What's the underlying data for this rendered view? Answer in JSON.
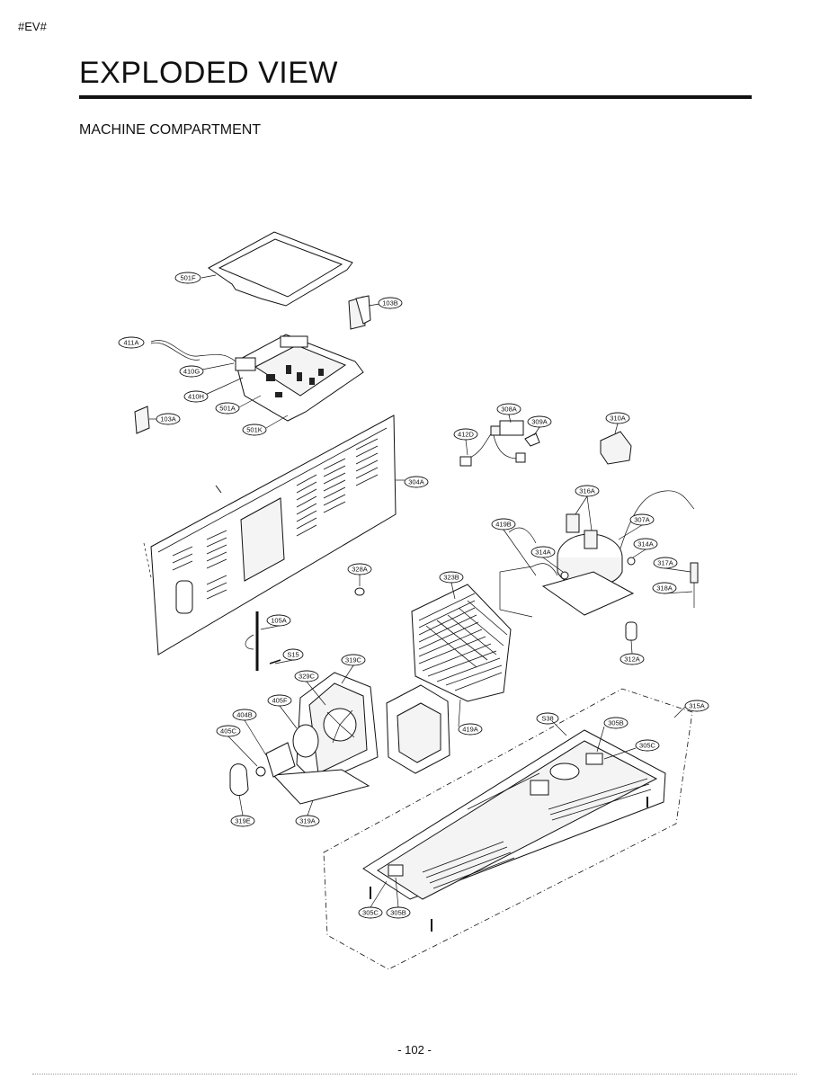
{
  "page_tag": "#EV#",
  "title": "EXPLODED VIEW",
  "subtitle": "MACHINE COMPARTMENT",
  "page_number": "- 102 -",
  "part_labels": {
    "l501F": "501F",
    "l103B": "103B",
    "l411A": "411A",
    "l410G": "410G",
    "l410H": "410H",
    "l501A": "501A",
    "l501K": "501K",
    "l103A": "103A",
    "l308A": "308A",
    "l309A": "309A",
    "l310A": "310A",
    "l412D": "412D",
    "l304A": "304A",
    "l316A": "316A",
    "l307A": "307A",
    "l419B": "419B",
    "l314A_1": "314A",
    "l314A_2": "314A",
    "l317A": "317A",
    "l318A": "318A",
    "l328A": "328A",
    "l323B": "323B",
    "l105A": "105A",
    "l312A": "312A",
    "l315": "S15",
    "l319C": "319C",
    "l329C": "329C",
    "l405F": "405F",
    "l404B": "404B",
    "l405C": "405C",
    "l419A": "419A",
    "l315A": "315A",
    "l538": "S38",
    "l305B_1": "305B",
    "l305C_1": "305C",
    "l319E": "319E",
    "l319A": "319A",
    "l305C_2": "305C",
    "l305B_2": "305B"
  }
}
